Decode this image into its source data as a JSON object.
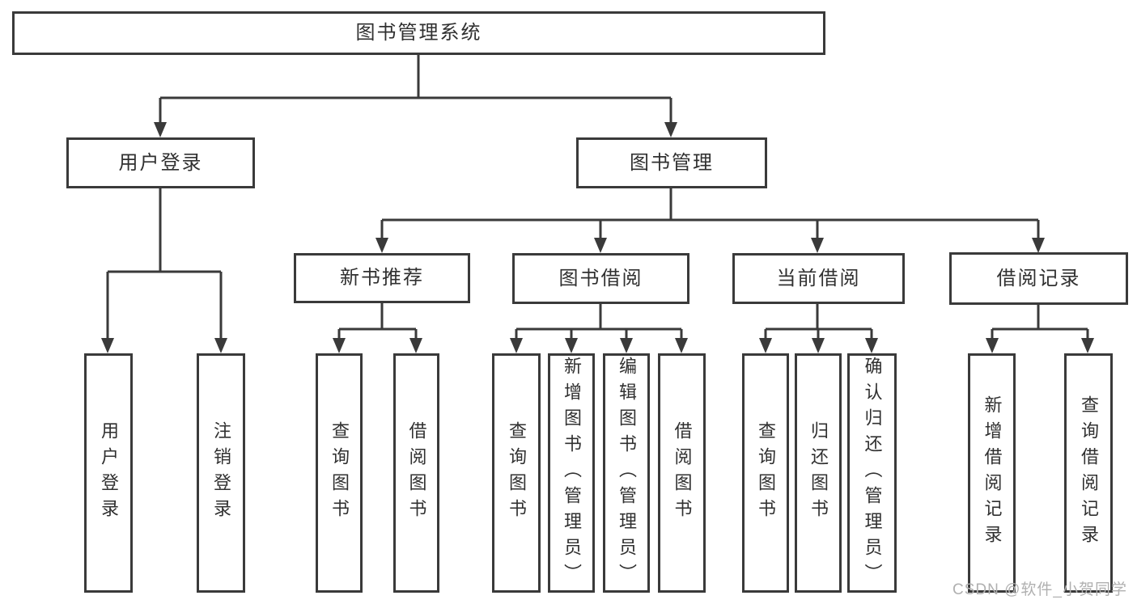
{
  "palette": {
    "line": "#3a3a3a",
    "text": "#303030",
    "box_bg": "#ffffff",
    "watermark_color": "#b0b0b0"
  },
  "watermark": "CSDN @软件_小贺同学",
  "tree": {
    "root": {
      "label": "图书管理系统",
      "children": {
        "user_login": {
          "label": "用户登录",
          "children": [
            {
              "label": "用户登录"
            },
            {
              "label": "注销登录"
            }
          ]
        },
        "book_mgmt": {
          "label": "图书管理",
          "children": {
            "new_book_rec": {
              "label": "新书推荐",
              "children": [
                {
                  "label": "查询图书"
                },
                {
                  "label": "借阅图书"
                }
              ]
            },
            "book_borrow": {
              "label": "图书借阅",
              "children": [
                {
                  "label": "查询图书"
                },
                {
                  "label": "新增图书（管理员）"
                },
                {
                  "label": "编辑图书（管理员）"
                },
                {
                  "label": "借阅图书"
                }
              ]
            },
            "current_borrow": {
              "label": "当前借阅",
              "children": [
                {
                  "label": "查询图书"
                },
                {
                  "label": "归还图书"
                },
                {
                  "label": "确认归还（管理员）"
                }
              ]
            },
            "borrow_record": {
              "label": "借阅记录",
              "children": [
                {
                  "label": "新增借阅记录"
                },
                {
                  "label": "查询借阅记录"
                }
              ]
            }
          }
        }
      }
    }
  }
}
